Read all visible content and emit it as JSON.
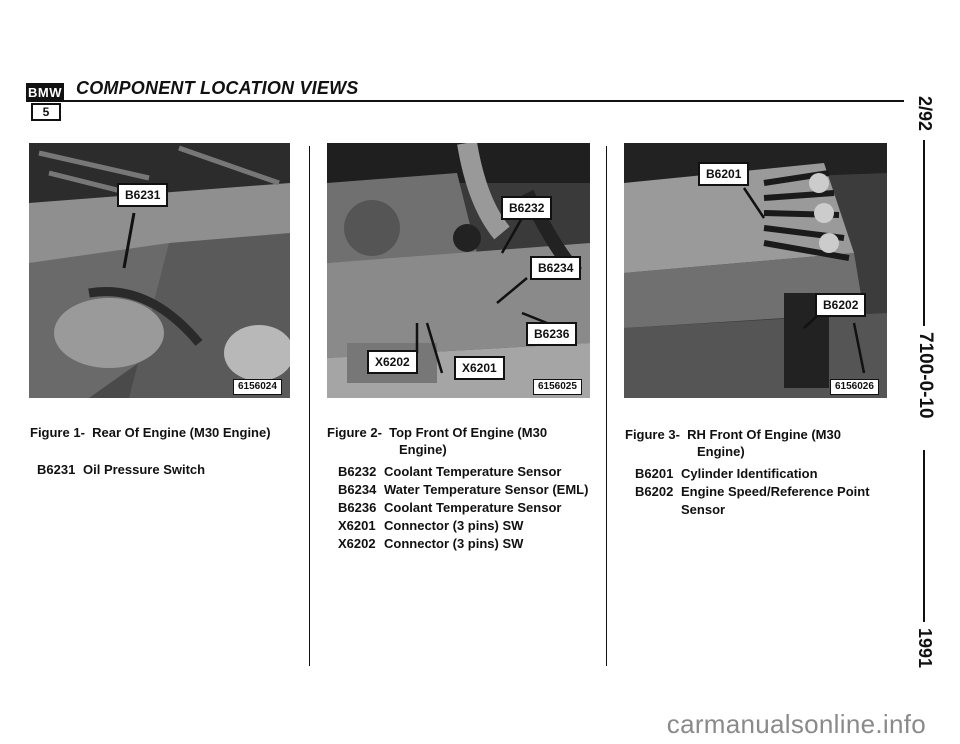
{
  "header": {
    "logo_top": "BMW",
    "logo_bottom": "5",
    "title": "COMPONENT LOCATION VIEWS"
  },
  "margin": {
    "date": "2/92",
    "doc_number": "7100-0-10",
    "year": "1991"
  },
  "figures": [
    {
      "caption_num": "Figure 1-",
      "caption_line1": "Rear Of Engine (M30 Engine)",
      "caption_line2": "",
      "photo_id": "6156024",
      "callouts": [
        "B6231"
      ],
      "legend": [
        {
          "code": "B6231",
          "desc": "Oil Pressure Switch",
          "cont": ""
        }
      ]
    },
    {
      "caption_num": "Figure 2-",
      "caption_line1": "Top Front Of Engine (M30",
      "caption_line2": "Engine)",
      "photo_id": "6156025",
      "callouts": [
        "B6232",
        "B6234",
        "B6236",
        "X6202",
        "X6201"
      ],
      "legend": [
        {
          "code": "B6232",
          "desc": "Coolant Temperature Sensor",
          "cont": ""
        },
        {
          "code": "B6234",
          "desc": "Water Temperature Sensor (EML)",
          "cont": ""
        },
        {
          "code": "B6236",
          "desc": "Coolant Temperature Sensor",
          "cont": ""
        },
        {
          "code": "X6201",
          "desc": "Connector (3 pins) SW",
          "cont": ""
        },
        {
          "code": "X6202",
          "desc": "Connector (3 pins) SW",
          "cont": ""
        }
      ]
    },
    {
      "caption_num": "Figure 3-",
      "caption_line1": "RH Front Of Engine (M30",
      "caption_line2": "Engine)",
      "photo_id": "6156026",
      "callouts": [
        "B6201",
        "B6202"
      ],
      "legend": [
        {
          "code": "B6201",
          "desc": "Cylinder Identification",
          "cont": ""
        },
        {
          "code": "B6202",
          "desc": "Engine Speed/Reference Point",
          "cont": "Sensor"
        }
      ]
    }
  ],
  "watermark": "carmanualsonline.info"
}
